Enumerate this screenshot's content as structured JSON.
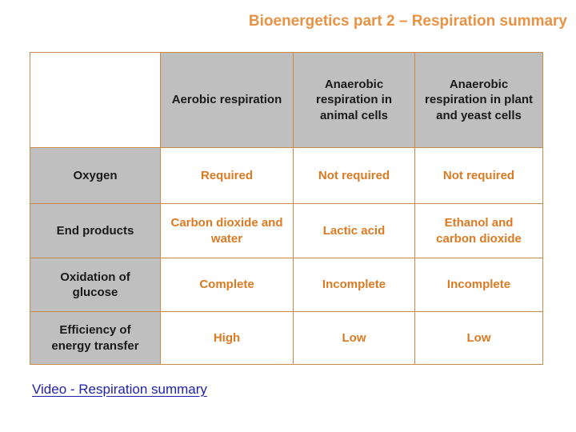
{
  "title": "Bioenergetics part 2 – Respiration summary",
  "table": {
    "column_headers": [
      "Aerobic respiration",
      "Anaerobic respiration in animal cells",
      "Anaerobic respiration in plant and yeast cells"
    ],
    "rows": [
      {
        "header": "Oxygen",
        "cells": [
          "Required",
          "Not required",
          "Not required"
        ]
      },
      {
        "header": "End products",
        "cells": [
          "Carbon dioxide and water",
          "Lactic acid",
          "Ethanol and carbon dioxide"
        ]
      },
      {
        "header": "Oxidation of glucose",
        "cells": [
          "Complete",
          "Incomplete",
          "Incomplete"
        ]
      },
      {
        "header": "Efficiency of energy transfer",
        "cells": [
          "High",
          "Low",
          "Low"
        ]
      }
    ]
  },
  "video_link": {
    "label": "Video - Respiration summary"
  },
  "colors": {
    "title_orange": "#E89245",
    "cell_orange": "#DB7A22",
    "border_orange": "#C8894B",
    "header_gray": "#BFBFBF",
    "header_text": "#1A1A1A",
    "link_blue": "#2121AC"
  }
}
